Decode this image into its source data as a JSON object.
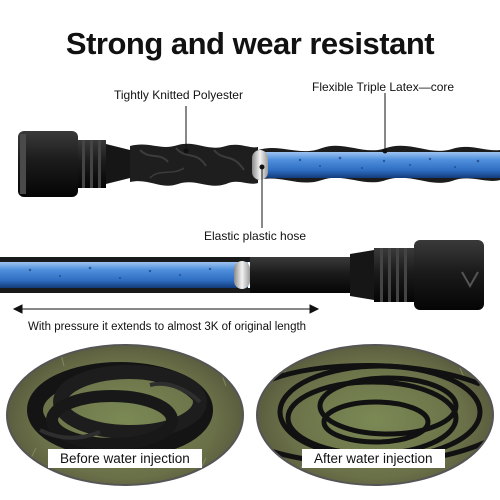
{
  "headline": "Strong and wear resistant",
  "callouts": {
    "outer_layer": "Tightly Knitted Polyester",
    "core_layer": "Flexible Triple Latex—core",
    "inner_tube": "Elastic plastic hose"
  },
  "extension_caption": "With pressure it extends to almost 3K of original length",
  "comparison": {
    "before_label": "Before water injection",
    "after_label": "After water injection"
  },
  "colors": {
    "hose_black": "#1a1a1a",
    "inner_blue": "#3e7fd0",
    "text": "#111111"
  }
}
